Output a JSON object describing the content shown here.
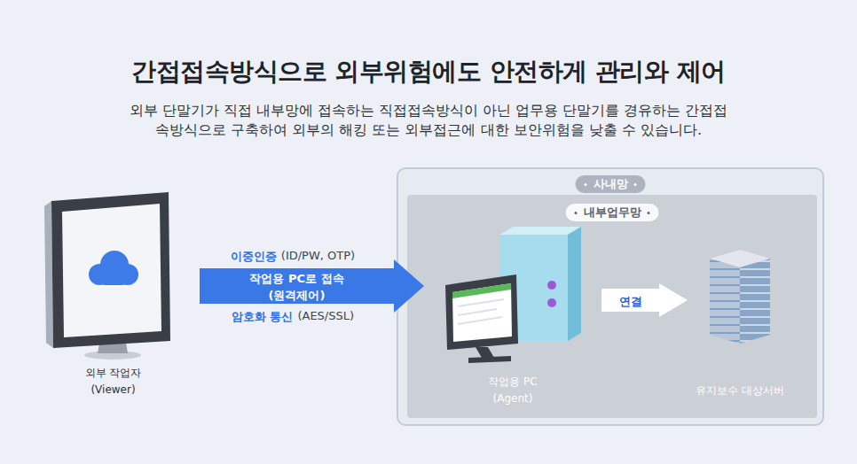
{
  "diagram": {
    "title": "간접접속방식으로 외부위험에도 안전하게 관리와 제어",
    "caption": "외부 단말기가 직접 내부망에 접속하는 직접접속방식이 아닌 업무용 단말기를 경유하는 간접접속방식으로 구축하여 외부의 해킹 또는 외부접근에 대한 보안위험을 낮출 수 있습니다.",
    "nodes": [
      {
        "text": [
          "사내망"
        ]
      },
      {
        "text": [
          "내부업무망"
        ],
        "in": 0
      },
      {
        "text": [
          "외부 작업자 (Viewer)"
        ]
      },
      {
        "text": [
          "작업용 PC (Agent)"
        ],
        "in": 1
      },
      {
        "text": [
          "유지보수 대상서버"
        ],
        "in": 1
      }
    ],
    "edges": [
      {
        "from": 2,
        "to": 3,
        "label": "작업용 PC로 접속 (원격제어)",
        "arrow": "to"
      },
      {
        "from": 3,
        "to": 4,
        "label": "연결",
        "arrow": "to"
      }
    ],
    "labels": [
      "이중인증",
      "(ID/PW, OTP)",
      "암호화 통신",
      "(AES/SSL)"
    ]
  }
}
